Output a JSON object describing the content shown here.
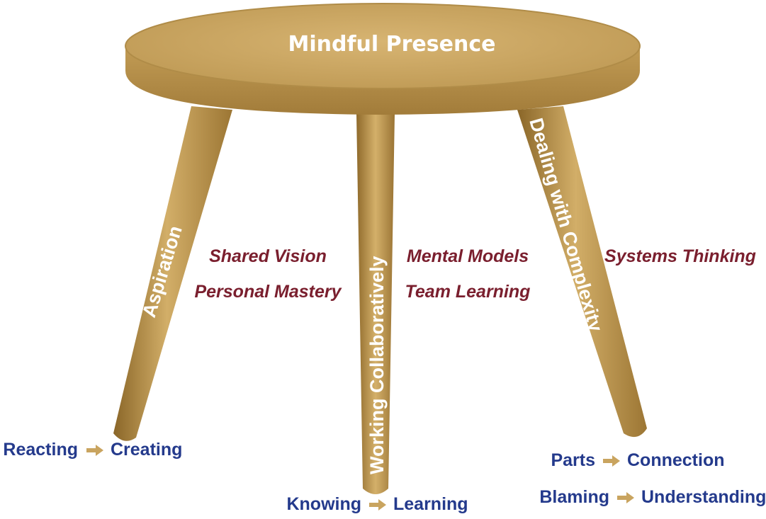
{
  "seat": {
    "title": "Mindful Presence"
  },
  "legs": [
    {
      "label": "Aspiration"
    },
    {
      "label": "Working Collaboratively"
    },
    {
      "label": "Dealing with Complexity"
    }
  ],
  "disciplines": {
    "aspiration": [
      "Shared Vision",
      "Personal Mastery"
    ],
    "collaboration": [
      "Mental Models",
      "Team Learning"
    ],
    "complexity": [
      "Systems Thinking"
    ]
  },
  "shifts": {
    "aspiration": [
      {
        "from": "Reacting",
        "to": "Creating"
      }
    ],
    "collaboration": [
      {
        "from": "Knowing",
        "to": "Learning"
      }
    ],
    "complexity": [
      {
        "from": "Parts",
        "to": "Connection"
      },
      {
        "from": "Blaming",
        "to": "Understanding"
      }
    ]
  },
  "icons": {
    "shift_arrow": "right-arrow-icon"
  },
  "colors": {
    "wood": "#c9a45f",
    "wood_dark": "#a8823f",
    "discipline_text": "#7a1f2e",
    "shift_text": "#243a8c",
    "arrow": "#c9a45f"
  }
}
